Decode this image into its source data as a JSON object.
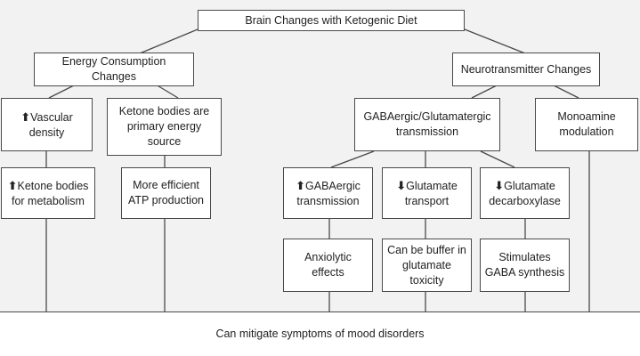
{
  "nodes": {
    "root": {
      "label": "Brain Changes with Ketogenic Diet"
    },
    "energy": {
      "label": "Energy Consumption Changes"
    },
    "neuro": {
      "label": "Neurotransmitter Changes"
    },
    "vascular": {
      "label": "Vascular density",
      "arrow": "⬆"
    },
    "ketone_primary": {
      "label": "Ketone bodies are primary energy source"
    },
    "gaba_glut": {
      "label": "GABAergic/Glutamatergic transmission"
    },
    "monoamine": {
      "label": "Monoamine modulation"
    },
    "ketone_metab": {
      "label": "Ketone bodies for metabolism",
      "arrow": "⬆"
    },
    "atp": {
      "label": "More efficient ATP production"
    },
    "gaba_trans": {
      "label": "GABAergic transmission",
      "arrow": "⬆"
    },
    "glut_transport": {
      "label": "Glutamate transport",
      "arrow": "⬇"
    },
    "glut_decarb": {
      "label": "Glutamate decarboxylase",
      "arrow": "⬇"
    },
    "anxiolytic": {
      "label": "Anxiolytic effects"
    },
    "buffer": {
      "label": "Can be buffer in glutamate toxicity"
    },
    "gaba_synth": {
      "label": "Stimulates GABA synthesis"
    },
    "bottom": {
      "label": "Can mitigate symptoms of mood disorders"
    }
  },
  "colors": {
    "border": "#4a4a4a",
    "background": "#f2f2f2",
    "box": "#ffffff"
  }
}
